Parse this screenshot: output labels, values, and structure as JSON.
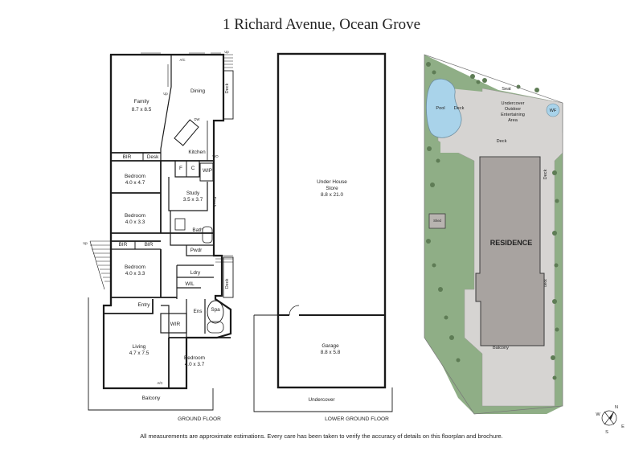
{
  "title": "1 Richard Avenue, Ocean Grove",
  "ground_floor": {
    "caption": "GROUND FLOOR",
    "rooms": {
      "family": "Family",
      "family_dim": "8.7 x 8.5",
      "dining": "Dining",
      "deck_top": "Deck",
      "kitchen": "Kitchen",
      "bir1": "BIR",
      "desk1": "Desk",
      "bedroom1": "Bedroom",
      "bedroom1_dim": "4.0 x 4.7",
      "f": "F",
      "c": "C",
      "wip": "WIP",
      "study": "Study",
      "study_dim": "3.5 x 3.7",
      "desk2": "Desk",
      "bedroom2": "Bedroom",
      "bedroom2_dim": "4.0 x 3.3",
      "bath": "Bath",
      "bir2": "BIR",
      "bir3": "BIR",
      "bedroom3": "Bedroom",
      "bedroom3_dim": "4.0 x 3.3",
      "pwdr": "Pwdr",
      "ldry": "Ldry",
      "wil": "WIL",
      "deck_side": "Deck",
      "entry": "Entry",
      "ens": "Ens",
      "spa": "Spa",
      "wir": "WIR",
      "living": "Living",
      "living_dim": "4.7 x 7.5",
      "bedroom4": "Bedroom",
      "bedroom4_dim": "4.0 x 3.7",
      "balcony": "Balcony",
      "ac1": "A/C",
      "ac2": "A/C",
      "up1": "Up",
      "up2": "Up",
      "up3": "Up",
      "wo": "WO",
      "dw": "DW"
    }
  },
  "lower_floor": {
    "caption": "LOWER GROUND FLOOR",
    "store": "Under House",
    "store2": "Store",
    "store_dim": "8.8 x 21.0",
    "garage": "Garage",
    "garage_dim": "8.8 x 5.8",
    "undercover": "Undercover"
  },
  "site": {
    "seat": "Seat",
    "pool": "Pool",
    "deck1": "Deck",
    "outdoor1": "Undercover",
    "outdoor2": "Outdoor",
    "outdoor3": "Entertaining",
    "outdoor4": "Area",
    "wf": "WF",
    "deck2": "Deck",
    "deck3": "Deck",
    "shed": "Shed",
    "residence": "RESIDENCE",
    "deck4": "Deck",
    "balcony": "Balcony"
  },
  "compass": {
    "n": "N",
    "e": "E",
    "s": "S",
    "w": "W"
  },
  "disclaimer": "All measurements are approximate estimations. Every care has been taken to verify the accuracy of details on this floorplan and brochure.",
  "colors": {
    "wall": "#1a1a1a",
    "site_grey": "#d6d4d2",
    "residence": "#a8a3a0",
    "lawn": "#8fae86",
    "pool": "#a9d3ea"
  }
}
